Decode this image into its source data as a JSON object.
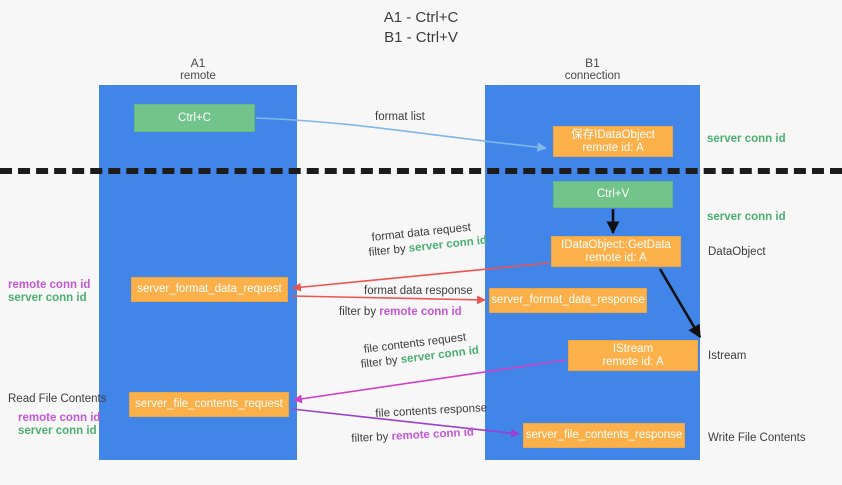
{
  "title": {
    "line1": "A1 - Ctrl+C",
    "line2": "B1 - Ctrl+V"
  },
  "columns": {
    "a": {
      "name": "A1",
      "role": "remote"
    },
    "b": {
      "name": "B1",
      "role": "connection"
    }
  },
  "boxes": {
    "ctrl_c": "Ctrl+C",
    "save_dataobject_line1": "保存IDataObject",
    "save_dataobject_line2": "remote id: A",
    "ctrl_v": "Ctrl+V",
    "getdata_line1": "IDataObject::GetData",
    "getdata_line2": "remote id: A",
    "server_format_data_request": "server_format_data_request",
    "server_format_data_response": "server_format_data_response",
    "istream_line1": "IStream",
    "istream_line2": "remote id: A",
    "server_file_contents_request": "server_file_contents_request",
    "server_file_contents_response": "server_file_contents_response"
  },
  "edge_labels": {
    "format_list": "format list",
    "format_data_request": "format data request",
    "format_data_response": "format data response",
    "file_contents_request": "file contents request",
    "file_contents_response": "file contents response",
    "filter_by": "filter by",
    "server_conn_id": "server conn id",
    "remote_conn_id": "remote conn id"
  },
  "annotations": {
    "right_server_conn_id_top": "server conn id",
    "right_server_conn_id_mid": "server conn id",
    "right_dataobject": "DataObject",
    "right_istream": "Istream",
    "right_write_file_contents": "Write File Contents",
    "left_read_file_contents": "Read File Contents",
    "left_remote_conn_id_1": "remote conn id",
    "left_server_conn_id_1": "server conn id",
    "left_remote_conn_id_2": "remote conn id",
    "left_server_conn_id_2": "server conn id"
  },
  "colors": {
    "column_blue": "#4285e8",
    "box_green": "#72c48a",
    "box_orange": "#fbb04a",
    "server_green": "#4caf72",
    "remote_pink": "#c457d6",
    "arrow_light_blue": "#7fb8e8",
    "arrow_red": "#ef5350",
    "arrow_magenta": "#d13fc4",
    "arrow_purple": "#9b3fd1",
    "arrow_black": "#111111",
    "dashed_line": "#1c1c1c"
  }
}
